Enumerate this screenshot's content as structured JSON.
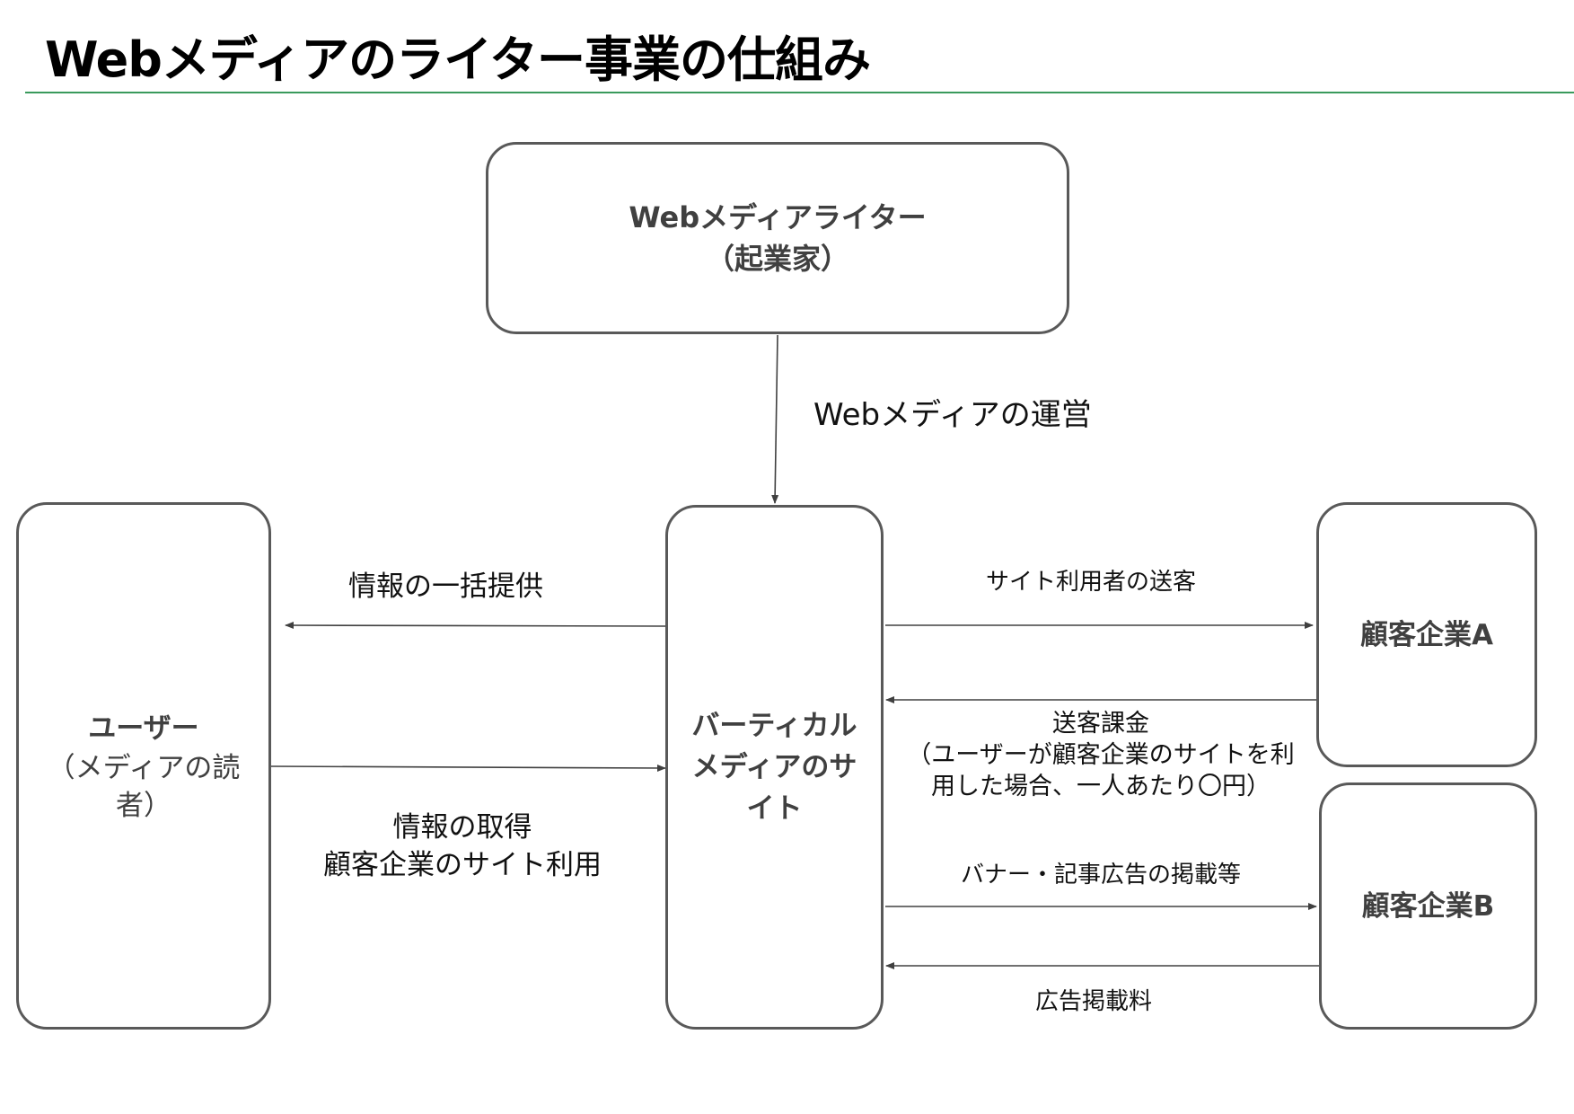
{
  "slide": {
    "title": "Webメディアのライター事業の仕組み"
  },
  "nodes": {
    "writer": {
      "line1": "Webメディアライター",
      "line2": "（起業家）"
    },
    "user": {
      "title": "ユーザー",
      "sub_line1": "（メディアの読",
      "sub_line2": "者）"
    },
    "site": {
      "line1": "バーティカル",
      "line2": "メディアのサ",
      "line3": "イト"
    },
    "client_a": {
      "label": "顧客企業A"
    },
    "client_b": {
      "label": "顧客企業B"
    }
  },
  "edges": {
    "writer_to_site": "Webメディアの運営",
    "site_to_user": "情報の一括提供",
    "user_to_site": {
      "line1": "情報の取得",
      "line2": "顧客企業のサイト利用"
    },
    "site_to_a": "サイト利用者の送客",
    "a_to_site": {
      "line1": "送客課金",
      "line2": "（ユーザーが顧客企業のサイトを利",
      "line3": "用した場合、一人あたり〇円）"
    },
    "site_to_b": "バナー・記事広告の掲載等",
    "b_to_site": "広告掲載料"
  },
  "colors": {
    "rule": "#3a9a5c",
    "box_border": "#595959",
    "arrow": "#404040"
  }
}
